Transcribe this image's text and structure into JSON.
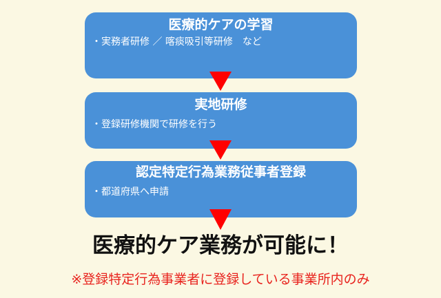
{
  "steps": [
    {
      "title": "医療的ケアの学習",
      "detail": "・実務者研修 ／ 喀痰吸引等研修　など"
    },
    {
      "title": "実地研修",
      "detail": "・登録研修機関で研修を行う"
    },
    {
      "title": "認定特定行為業務従事者登録",
      "detail": "・都道府県へ申請"
    }
  ],
  "result": "医療的ケア業務が可能に！",
  "note": "※登録特定行為事業者に登録している事業所内のみ",
  "colors": {
    "background": "#fbf8e3",
    "box": "#4a91d8",
    "arrow": "#ff0000",
    "note": "#e8231e"
  }
}
